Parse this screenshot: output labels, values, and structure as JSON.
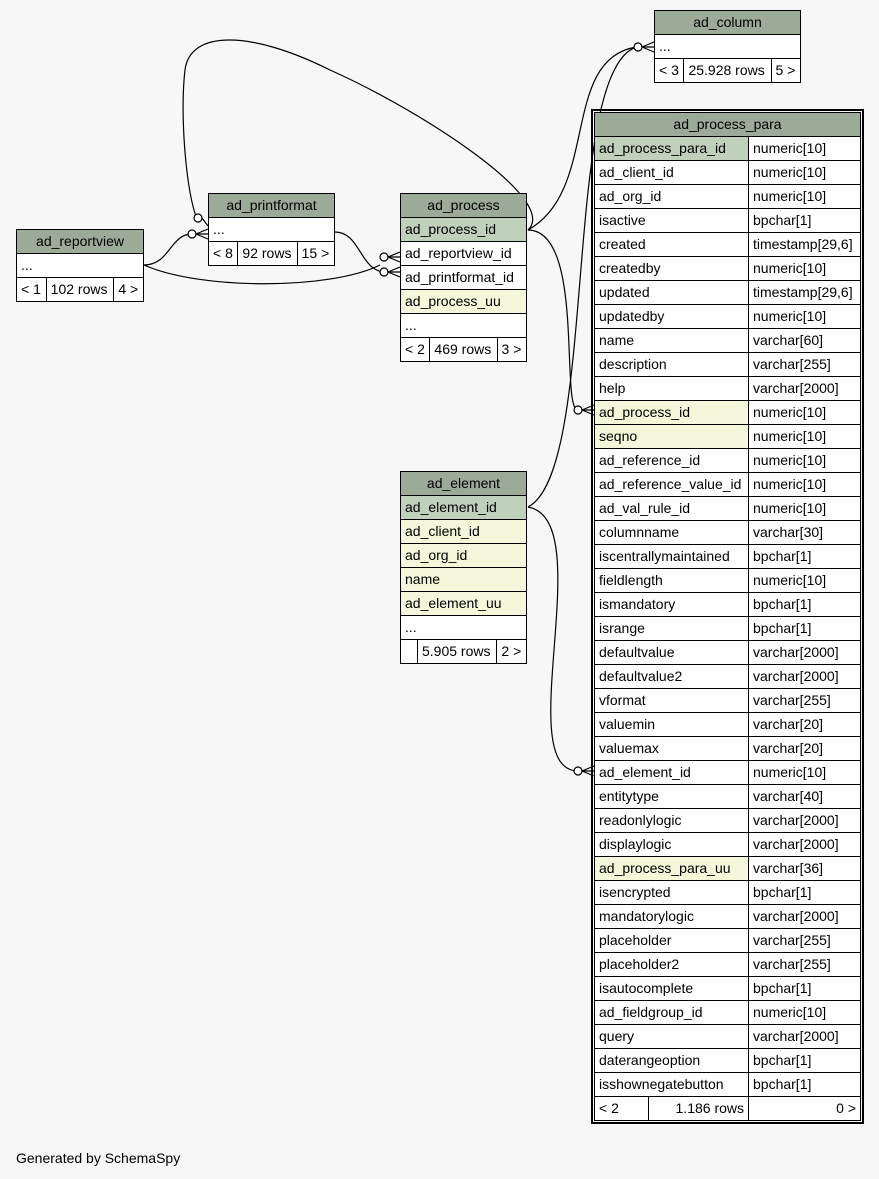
{
  "footer": "Generated by SchemaSpy",
  "tables": {
    "ad_column": {
      "name": "ad_column",
      "ellipsis": "...",
      "nav_left": "< 3",
      "rows": "25.928 rows",
      "nav_right": "5 >"
    },
    "ad_reportview": {
      "name": "ad_reportview",
      "ellipsis": "...",
      "nav_left": "< 1",
      "rows": "102 rows",
      "nav_right": "4 >"
    },
    "ad_printformat": {
      "name": "ad_printformat",
      "ellipsis": "...",
      "nav_left": "< 8",
      "rows": "92 rows",
      "nav_right": "15 >"
    },
    "ad_process": {
      "name": "ad_process",
      "columns": [
        "ad_process_id",
        "ad_reportview_id",
        "ad_printformat_id",
        "ad_process_uu"
      ],
      "ellipsis": "...",
      "nav_left": "< 2",
      "rows": "469 rows",
      "nav_right": "3 >"
    },
    "ad_element": {
      "name": "ad_element",
      "columns": [
        "ad_element_id",
        "ad_client_id",
        "ad_org_id",
        "name",
        "ad_element_uu"
      ],
      "ellipsis": "...",
      "nav_left": "",
      "rows": "5.905 rows",
      "nav_right": "2 >"
    },
    "ad_process_para": {
      "name": "ad_process_para",
      "columns": [
        [
          "ad_process_para_id",
          "numeric[10]"
        ],
        [
          "ad_client_id",
          "numeric[10]"
        ],
        [
          "ad_org_id",
          "numeric[10]"
        ],
        [
          "isactive",
          "bpchar[1]"
        ],
        [
          "created",
          "timestamp[29,6]"
        ],
        [
          "createdby",
          "numeric[10]"
        ],
        [
          "updated",
          "timestamp[29,6]"
        ],
        [
          "updatedby",
          "numeric[10]"
        ],
        [
          "name",
          "varchar[60]"
        ],
        [
          "description",
          "varchar[255]"
        ],
        [
          "help",
          "varchar[2000]"
        ],
        [
          "ad_process_id",
          "numeric[10]"
        ],
        [
          "seqno",
          "numeric[10]"
        ],
        [
          "ad_reference_id",
          "numeric[10]"
        ],
        [
          "ad_reference_value_id",
          "numeric[10]"
        ],
        [
          "ad_val_rule_id",
          "numeric[10]"
        ],
        [
          "columnname",
          "varchar[30]"
        ],
        [
          "iscentrallymaintained",
          "bpchar[1]"
        ],
        [
          "fieldlength",
          "numeric[10]"
        ],
        [
          "ismandatory",
          "bpchar[1]"
        ],
        [
          "isrange",
          "bpchar[1]"
        ],
        [
          "defaultvalue",
          "varchar[2000]"
        ],
        [
          "defaultvalue2",
          "varchar[2000]"
        ],
        [
          "vformat",
          "varchar[255]"
        ],
        [
          "valuemin",
          "varchar[20]"
        ],
        [
          "valuemax",
          "varchar[20]"
        ],
        [
          "ad_element_id",
          "numeric[10]"
        ],
        [
          "entitytype",
          "varchar[40]"
        ],
        [
          "readonlylogic",
          "varchar[2000]"
        ],
        [
          "displaylogic",
          "varchar[2000]"
        ],
        [
          "ad_process_para_uu",
          "varchar[36]"
        ],
        [
          "isencrypted",
          "bpchar[1]"
        ],
        [
          "mandatorylogic",
          "varchar[2000]"
        ],
        [
          "placeholder",
          "varchar[255]"
        ],
        [
          "placeholder2",
          "varchar[255]"
        ],
        [
          "isautocomplete",
          "bpchar[1]"
        ],
        [
          "ad_fieldgroup_id",
          "numeric[10]"
        ],
        [
          "query",
          "varchar[2000]"
        ],
        [
          "daterangeoption",
          "bpchar[1]"
        ],
        [
          "isshownegatebutton",
          "bpchar[1]"
        ]
      ],
      "nav_left": "< 2",
      "rows": "1.186 rows",
      "nav_right": "0 >"
    }
  }
}
